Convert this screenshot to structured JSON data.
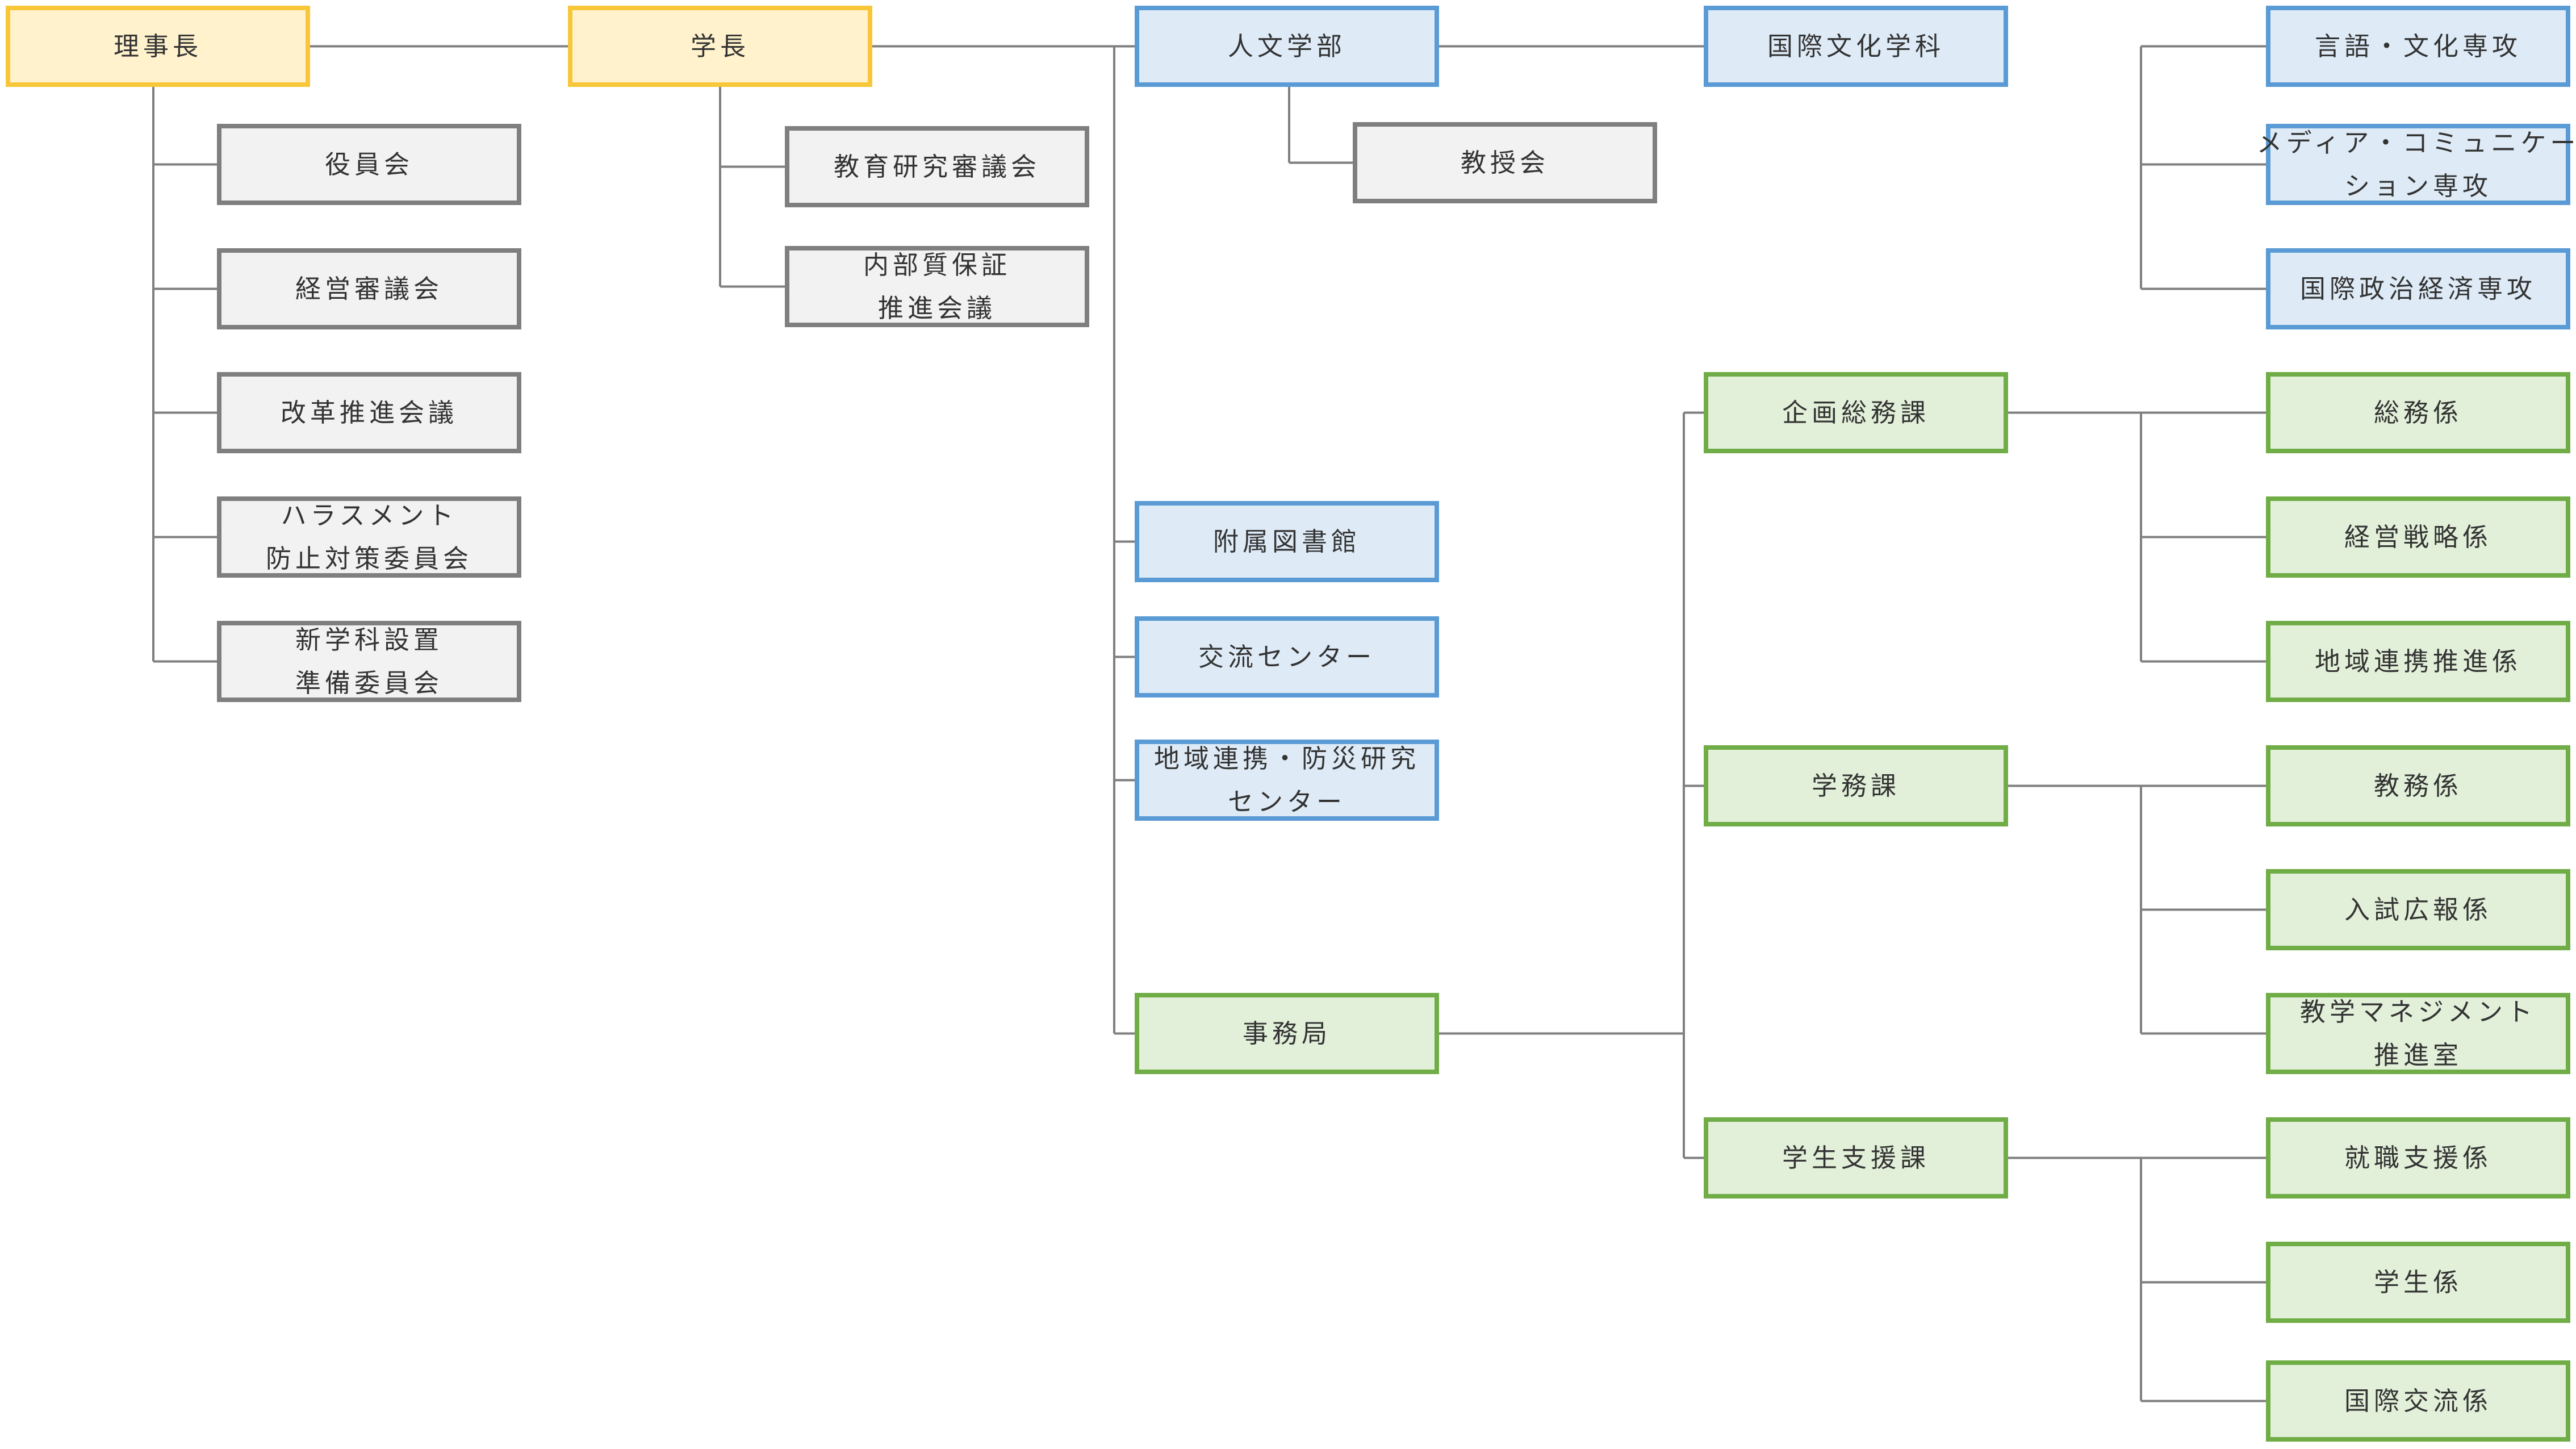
{
  "nodes": {
    "chairman": [
      "理事長"
    ],
    "board_of_officers": [
      "役員会"
    ],
    "management_council": [
      "経営審議会"
    ],
    "reform_council": [
      "改革推進会議"
    ],
    "harassment_committee": [
      "ハラスメント",
      "防止対策委員会"
    ],
    "new_dept_committee": [
      "新学科設置",
      "準備委員会"
    ],
    "president": [
      "学長"
    ],
    "education_research_council": [
      "教育研究審議会"
    ],
    "quality_assurance_council": [
      "内部質保証",
      "推進会議"
    ],
    "faculty_humanities": [
      "人文学部"
    ],
    "faculty_council": [
      "教授会"
    ],
    "library": [
      "附属図書館"
    ],
    "exchange_center": [
      "交流センター"
    ],
    "regional_disaster_center": [
      "地域連携・防災研究",
      "センター"
    ],
    "secretariat": [
      "事務局"
    ],
    "intl_culture_dept": [
      "国際文化学科"
    ],
    "language_culture_major": [
      "言語・文化専攻"
    ],
    "media_comm_major": [
      "メディア・コミュニケー",
      "ション専攻"
    ],
    "intl_politics_econ_major": [
      "国際政治経済専攻"
    ],
    "planning_general_affairs": [
      "企画総務課"
    ],
    "general_affairs_unit": [
      "総務係"
    ],
    "management_strategy_unit": [
      "経営戦略係"
    ],
    "regional_collab_unit": [
      "地域連携推進係"
    ],
    "academic_affairs": [
      "学務課"
    ],
    "instruction_unit": [
      "教務係"
    ],
    "admissions_pr_unit": [
      "入試広報係"
    ],
    "teaching_mgmt_office": [
      "教学マネジメント",
      "推進室"
    ],
    "student_support": [
      "学生支援課"
    ],
    "career_support_unit": [
      "就職支援係"
    ],
    "student_unit": [
      "学生係"
    ],
    "intl_exchange_unit": [
      "国際交流係"
    ]
  },
  "colors": {
    "executive_fill": "#fff2cc",
    "executive_border": "#f7c739",
    "committee_fill": "#f2f2f2",
    "committee_border": "#7f7f7f",
    "academic_fill": "#deebf7",
    "academic_border": "#5b9bd5",
    "administrative_fill": "#e2f0d9",
    "administrative_border": "#70ad47",
    "connector": "#7f7f7f"
  }
}
